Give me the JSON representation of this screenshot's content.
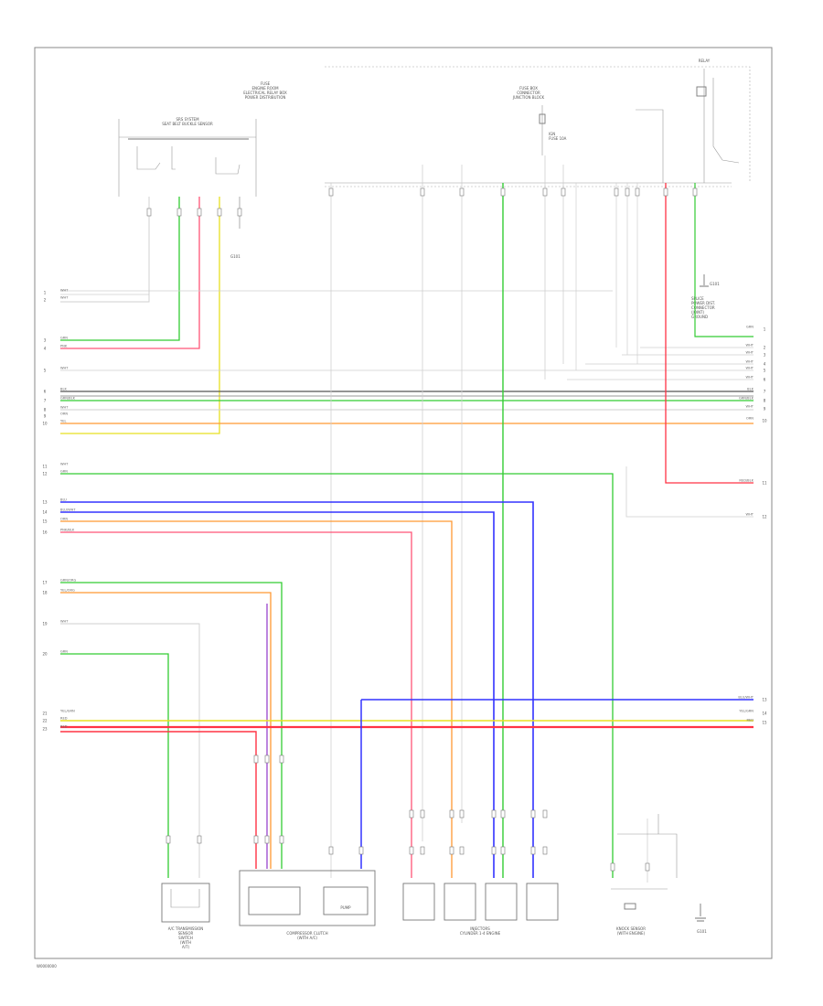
{
  "page_code": "W0000000",
  "ground_labels": [
    "G101",
    "G101",
    "G101"
  ],
  "components": {
    "top_left_module": [
      "SRS SYSTEM",
      "SEAT BELT BUCKLE SENSOR"
    ],
    "top_center": [
      "FUSE",
      "ENGINE ROOM",
      "ELECTRICAL RELAY BOX",
      "POWER DISTRIBUTION"
    ],
    "top_right_block": [
      "FUSE BOX",
      "CONNECTOR",
      "JUNCTION BLOCK"
    ],
    "ign_relay": [
      "IGN",
      "FUSE 10A"
    ],
    "right_relay": [
      "RELAY"
    ],
    "right_splice": [
      "SPLICE",
      "POWER DIST.",
      "CONNECTOR",
      "(JOINT)",
      "GROUND"
    ],
    "bottom": [
      {
        "id": "b1",
        "label": [
          "A/C TRANSMISSION",
          "SENSOR",
          "SWITCH",
          "(WITH",
          "A/T)"
        ]
      },
      {
        "id": "b2",
        "label": [
          "COMPRESSOR CLUTCH",
          "(WITH A/C)"
        ],
        "inner": "PUMP"
      },
      {
        "id": "b3",
        "label": [
          "INJECTORS",
          "CYLINDER 1-4 ENGINE"
        ]
      },
      {
        "id": "b4",
        "label": [
          "KNOCK SENSOR",
          "(WITH ENGINE)"
        ]
      }
    ]
  },
  "wire_labels": {
    "left": [
      "WHT",
      "WHT",
      "GRN",
      "PNK",
      "WHT",
      "BLK",
      "GRN/BLK",
      "WHT",
      "ORN",
      "YEL",
      "WHT",
      "GRN",
      "BLU",
      "BLU/WHT",
      "ORN",
      "PNK/BLK",
      "GRN/ORG",
      "YEL/ORG",
      "WHT",
      "GRN",
      "YEL/GRN",
      "RED",
      "RED"
    ],
    "right": [
      "GRN",
      "WHT",
      "WHT",
      "WHT",
      "WHT",
      "WHT",
      "BLK",
      "GRN/BLK",
      "WHT",
      "ORN",
      "RED/BLK",
      "WHT",
      "BLU/WHT",
      "YEL/GRN",
      "RED"
    ]
  },
  "pins_left": [
    "1",
    "2",
    "3",
    "4",
    "5",
    "6",
    "7",
    "8",
    "9",
    "10",
    "11",
    "12",
    "13",
    "14",
    "15",
    "16",
    "17",
    "18",
    "19",
    "20",
    "21",
    "22",
    "23"
  ],
  "pins_right": [
    "1",
    "2",
    "3",
    "4",
    "5",
    "6",
    "7",
    "8",
    "9",
    "10",
    "11",
    "12",
    "13",
    "14",
    "15"
  ],
  "colors": {
    "green": "#33cc33",
    "pink": "#ff5577",
    "yellow": "#e8e020",
    "orange": "#ff9933",
    "blue": "#3333ff",
    "red": "#ff3344",
    "gray": "#9a9a9a",
    "purple": "#9944cc",
    "light": "#cfcfcf",
    "black": "#555555"
  }
}
